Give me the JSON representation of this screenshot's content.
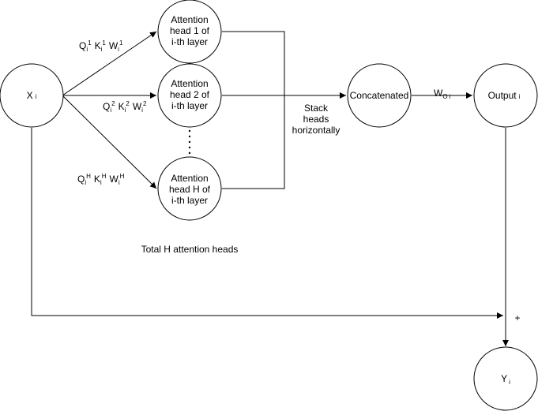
{
  "colors": {
    "stroke": "#000000",
    "background": "#ffffff"
  },
  "nodes": {
    "x": {
      "main": "X",
      "sub": "i"
    },
    "head1": {
      "line1": "Attention",
      "line2": "head 1 of",
      "line3": "i-th layer"
    },
    "head2": {
      "line1": "Attention",
      "line2": "head 2 of",
      "line3": "i-th layer"
    },
    "headH": {
      "line1": "Attention",
      "line2": "head H of",
      "line3": "i-th layer"
    },
    "concat": {
      "label": "Concatenated"
    },
    "output": {
      "main": "Output",
      "sub": "i"
    },
    "y": {
      "main": "Y",
      "sub": "i"
    }
  },
  "edge_labels": {
    "qkv1": {
      "q": "Q",
      "k": "K",
      "w": "W",
      "idx": "i",
      "head": "1"
    },
    "qkv2": {
      "q": "Q",
      "k": "K",
      "w": "W",
      "idx": "i",
      "head": "2"
    },
    "qkvH": {
      "q": "Q",
      "k": "K",
      "w": "W",
      "idx": "i",
      "head": "H"
    },
    "wo": {
      "main": "W",
      "sub1": "O",
      "sub2": "i"
    },
    "stack": {
      "line1": "Stack",
      "line2": "heads",
      "line3": "horizontally"
    },
    "plus": "+",
    "ellipsis": ". . . . ."
  },
  "caption": "Total H attention heads"
}
